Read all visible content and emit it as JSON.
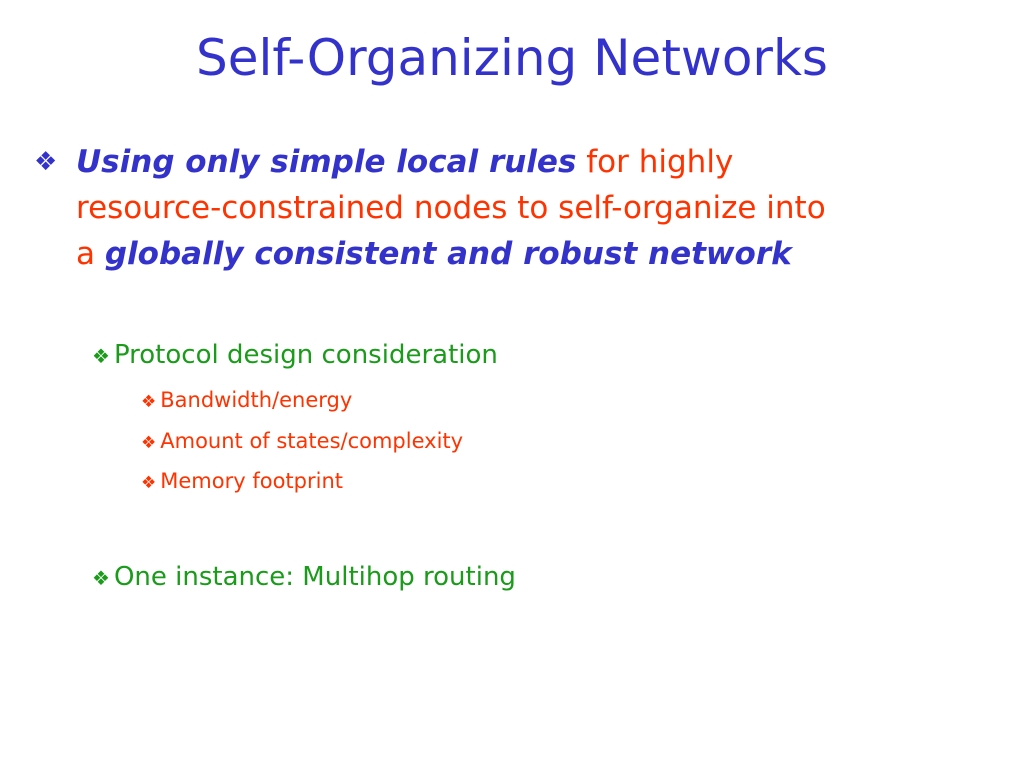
{
  "slide": {
    "title": "Self-Organizing Networks",
    "main_bullet": {
      "marker": "❖",
      "line1_emph": "Using only simple local rules",
      "line1_rest": " for highly",
      "line2": "resource-constrained nodes to self-organize into",
      "line3_prefix": "a ",
      "line3_emph": "globally consistent and robust network"
    },
    "sub_items": [
      {
        "marker": "❖",
        "label": "Protocol design consideration"
      },
      {
        "marker": "❖",
        "label": "Bandwidth/energy"
      },
      {
        "marker": "❖",
        "label": "Amount of states/complexity"
      },
      {
        "marker": "❖",
        "label": "Memory footprint"
      },
      {
        "marker": "❖",
        "label": "One instance: Multihop routing"
      }
    ],
    "colors": {
      "title": "#3333cc",
      "emphasis": "#3333cc",
      "body_red": "#ff3300",
      "body_green": "#1a9b1a",
      "background": "#ffffff"
    }
  }
}
